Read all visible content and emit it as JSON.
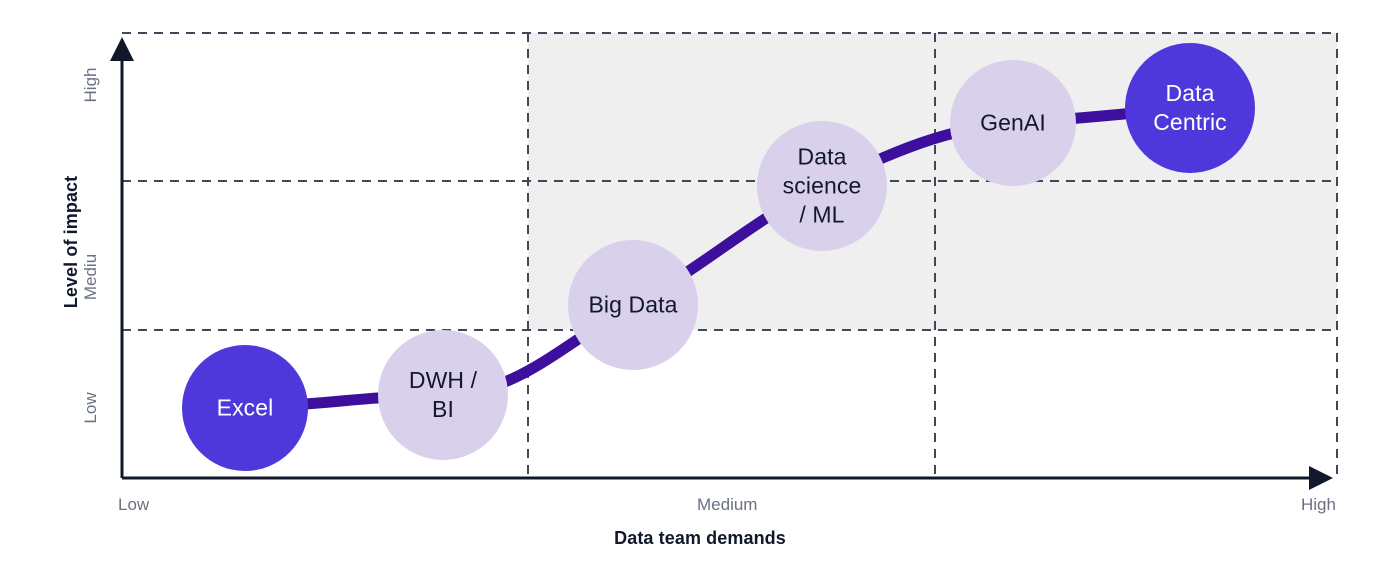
{
  "chart_data": {
    "type": "scatter",
    "title": "",
    "subtitle": "",
    "xlabel": "Data team demands",
    "ylabel": "Level of impact",
    "x_tick_labels": [
      "Low",
      "Medium",
      "High"
    ],
    "y_tick_labels": [
      "Low",
      "Mediu",
      "High"
    ],
    "grid": true,
    "grid_style": "dashed",
    "legend": "none",
    "xlim": [
      0,
      100
    ],
    "ylim": [
      0,
      100
    ],
    "highlight_region": {
      "label": "shaded-quadrant",
      "x_range": [
        34,
        100
      ],
      "y_range": [
        33,
        100
      ],
      "color": "#efefef"
    },
    "points": [
      {
        "label": "Excel",
        "x": 13.8,
        "y": 15.7,
        "size": 63,
        "fill": "#4f38db",
        "text_color": "#ffffff"
      },
      {
        "label": "DWH /\nBI",
        "x": 26.4,
        "y": 18.6,
        "size": 65,
        "fill": "#d9d0ec",
        "text_color": "#12182b"
      },
      {
        "label": "Big Data",
        "x": 42.3,
        "y": 38.9,
        "size": 65,
        "fill": "#d9d0ec",
        "text_color": "#12182b"
      },
      {
        "label": "Data\nscience\n/ ML",
        "x": 57.3,
        "y": 65.6,
        "size": 65,
        "fill": "#d9d0ec",
        "text_color": "#12182b"
      },
      {
        "label": "GenAI",
        "x": 73.4,
        "y": 79.6,
        "size": 63,
        "fill": "#d9d0ec",
        "text_color": "#12182b"
      },
      {
        "label": "Data\nCentric",
        "x": 88.0,
        "y": 83.0,
        "size": 65,
        "fill": "#4f38db",
        "text_color": "#ffffff"
      }
    ],
    "connector": {
      "style": "thick-curve",
      "color": "#3d0f9c",
      "width": 11
    },
    "colors": {
      "accent_solid": "#4f38db",
      "accent_light": "#d9d0ec",
      "connector": "#3d0f9c",
      "axis": "#12182b",
      "tick_text": "#6a7183",
      "grid": "#4a5363",
      "region_fill": "#efefef",
      "background": "#ffffff"
    }
  }
}
